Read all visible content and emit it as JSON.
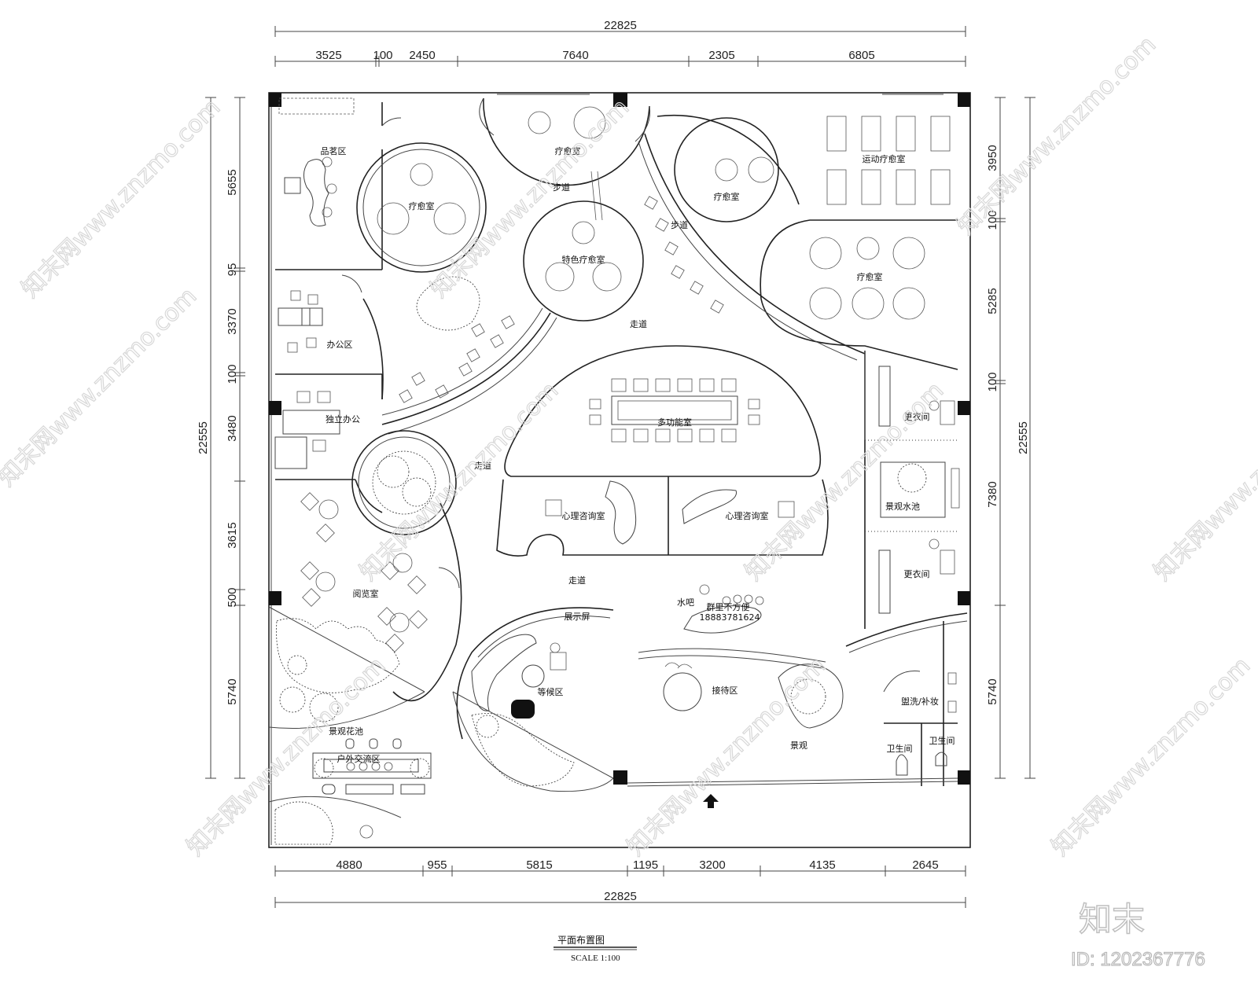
{
  "dimensions": {
    "top_total": "22825",
    "top_segments": [
      "3525",
      "100",
      "2450",
      "7640",
      "2305",
      "6805"
    ],
    "bottom_segments": [
      "4880",
      "955",
      "5815",
      "1195",
      "3200",
      "4135",
      "2645"
    ],
    "bottom_total": "22825",
    "left_total": "22555",
    "left_segments": [
      "5655",
      "95",
      "3370",
      "100",
      "3480",
      "3615",
      "500",
      "5740"
    ],
    "right_total": "22555",
    "right_segments": [
      "3950",
      "100",
      "5285",
      "100",
      "7380",
      "5740"
    ]
  },
  "rooms": {
    "tea_area": "品茗区",
    "office_area": "办公区",
    "private_office": "独立办公",
    "reading_room": "阅览室",
    "landscape_planter": "景观花池",
    "outdoor_exchange": "户外交流区",
    "therapy_1": "疗愈室",
    "therapy_2": "疗愈室",
    "therapy_3": "疗愈室",
    "therapy_4": "疗愈室",
    "special_therapy": "特色疗愈室",
    "sports_therapy": "运动疗愈室",
    "path_1": "步道",
    "path_2": "步道",
    "corridor_1": "走道",
    "corridor_2": "走道",
    "corridor_3": "走道",
    "multifunction": "多功能室",
    "counseling_1": "心理咨询室",
    "counseling_2": "心理咨询室",
    "changing_1": "更衣间",
    "changing_2": "更衣间",
    "landscape_pool": "景观水池",
    "water_bar": "水吧",
    "display_screen": "展示屏",
    "waiting_area": "等候区",
    "reception": "接待区",
    "landscape": "景观",
    "washroom": "盥洗/补妆",
    "wc_1": "卫生间",
    "wc_2": "卫生间",
    "group_label": "群里不方便",
    "phone": "18883781624"
  },
  "title_block": {
    "title": "平面布置图",
    "scale": "SCALE  1:100"
  },
  "watermark": {
    "site": "知末网www.znzmo.com",
    "brand": "知末",
    "id": "ID: 1202367776"
  }
}
